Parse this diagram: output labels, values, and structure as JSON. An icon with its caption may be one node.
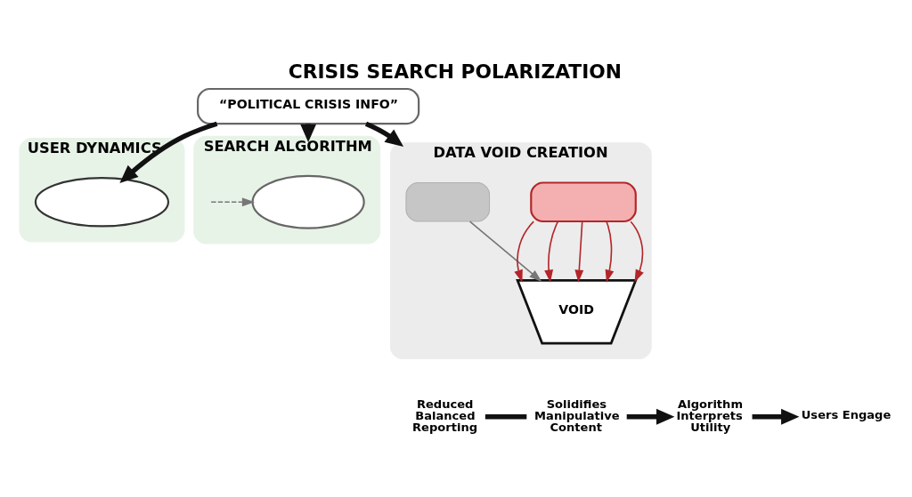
{
  "diagram": {
    "title": "CRISIS SEARCH POLARIZATION",
    "nodes": [
      {
        "text": [
          "“POLITICAL CRISIS INFO”"
        ]
      },
      {
        "text": [
          "USER DYNAMICS"
        ]
      },
      {
        "text": [],
        "shape": "cloud",
        "in": 1
      },
      {
        "text": [
          "SEARCH ALGORITHM"
        ]
      },
      {
        "text": [],
        "shape": "cloud",
        "in": 3
      },
      {
        "text": [
          "DATA VOID CREATION"
        ]
      },
      {
        "text": [],
        "shape": "box",
        "in": 5
      },
      {
        "text": [
          "VOID"
        ],
        "in": 5
      },
      {
        "text": [],
        "shape": "box",
        "in": 5
      },
      {
        "text": [
          "Users Engage"
        ]
      },
      {
        "text": [
          "Algorithm Interprets Utility"
        ]
      },
      {
        "text": [
          "Solidifies Manipulative Content"
        ]
      },
      {
        "text": [
          "Reduced Balanced Reporting"
        ]
      }
    ],
    "edges": [
      {
        "from": 0,
        "to": 2,
        "arrow": "to",
        "style": "thick"
      },
      {
        "from": 0,
        "to": 3,
        "arrow": "to",
        "style": "thick"
      },
      {
        "from": 0,
        "to": 5,
        "arrow": "to",
        "style": "thick"
      },
      {
        "from": null,
        "to": 4,
        "arrow": "to",
        "style": "dashed",
        "color": "#777777"
      },
      {
        "from": 6,
        "to": 7,
        "arrow": "to",
        "color": "#777777"
      },
      {
        "from": 8,
        "to": 7,
        "arrow": "to",
        "color": "#b3262a"
      },
      {
        "from": 8,
        "to": 7,
        "arrow": "to",
        "color": "#b3262a"
      },
      {
        "from": 8,
        "to": 7,
        "arrow": "to",
        "color": "#b3262a"
      },
      {
        "from": 8,
        "to": 7,
        "arrow": "to",
        "color": "#b3262a"
      },
      {
        "from": 8,
        "to": 7,
        "arrow": "to",
        "color": "#b3262a"
      },
      {
        "from": 12,
        "to": 11,
        "arrow": "none",
        "style": "thick"
      },
      {
        "from": 11,
        "to": 10,
        "arrow": "to",
        "style": "thick"
      },
      {
        "from": 10,
        "to": 9,
        "arrow": "to",
        "style": "thick"
      }
    ]
  }
}
